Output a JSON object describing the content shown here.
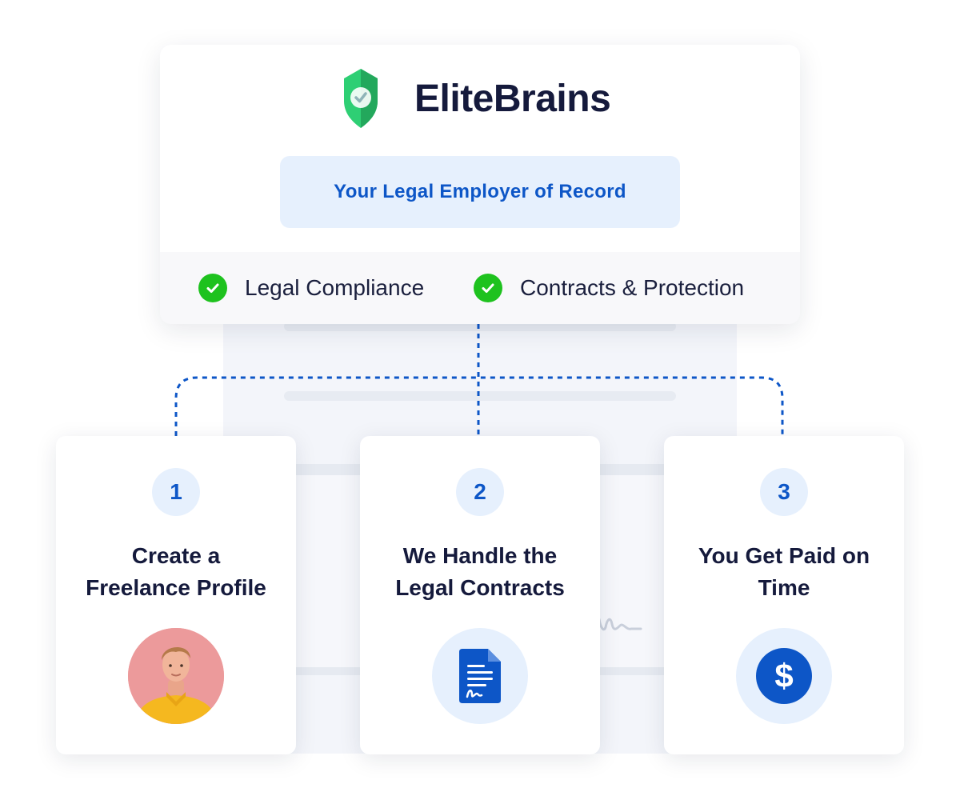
{
  "brand": {
    "name": "EliteBrains",
    "tagline": "Your Legal Employer of Record",
    "colors": {
      "green": "#2ecf74",
      "green_dark": "#23a85c",
      "blue": "#0d56c7",
      "ink": "#151a3c"
    }
  },
  "features": [
    {
      "label": "Legal Compliance",
      "icon": "check-circle-icon"
    },
    {
      "label": "Contracts & Protection",
      "icon": "check-circle-icon"
    }
  ],
  "steps": [
    {
      "number": "1",
      "title_line1": "Create a",
      "title_line2": "Freelance Profile",
      "icon": "avatar-photo"
    },
    {
      "number": "2",
      "title_line1": "We Handle the",
      "title_line2": "Legal Contracts",
      "icon": "document-signature-icon"
    },
    {
      "number": "3",
      "title_line1": "You Get Paid on",
      "title_line2": "Time",
      "icon": "dollar-icon"
    }
  ]
}
